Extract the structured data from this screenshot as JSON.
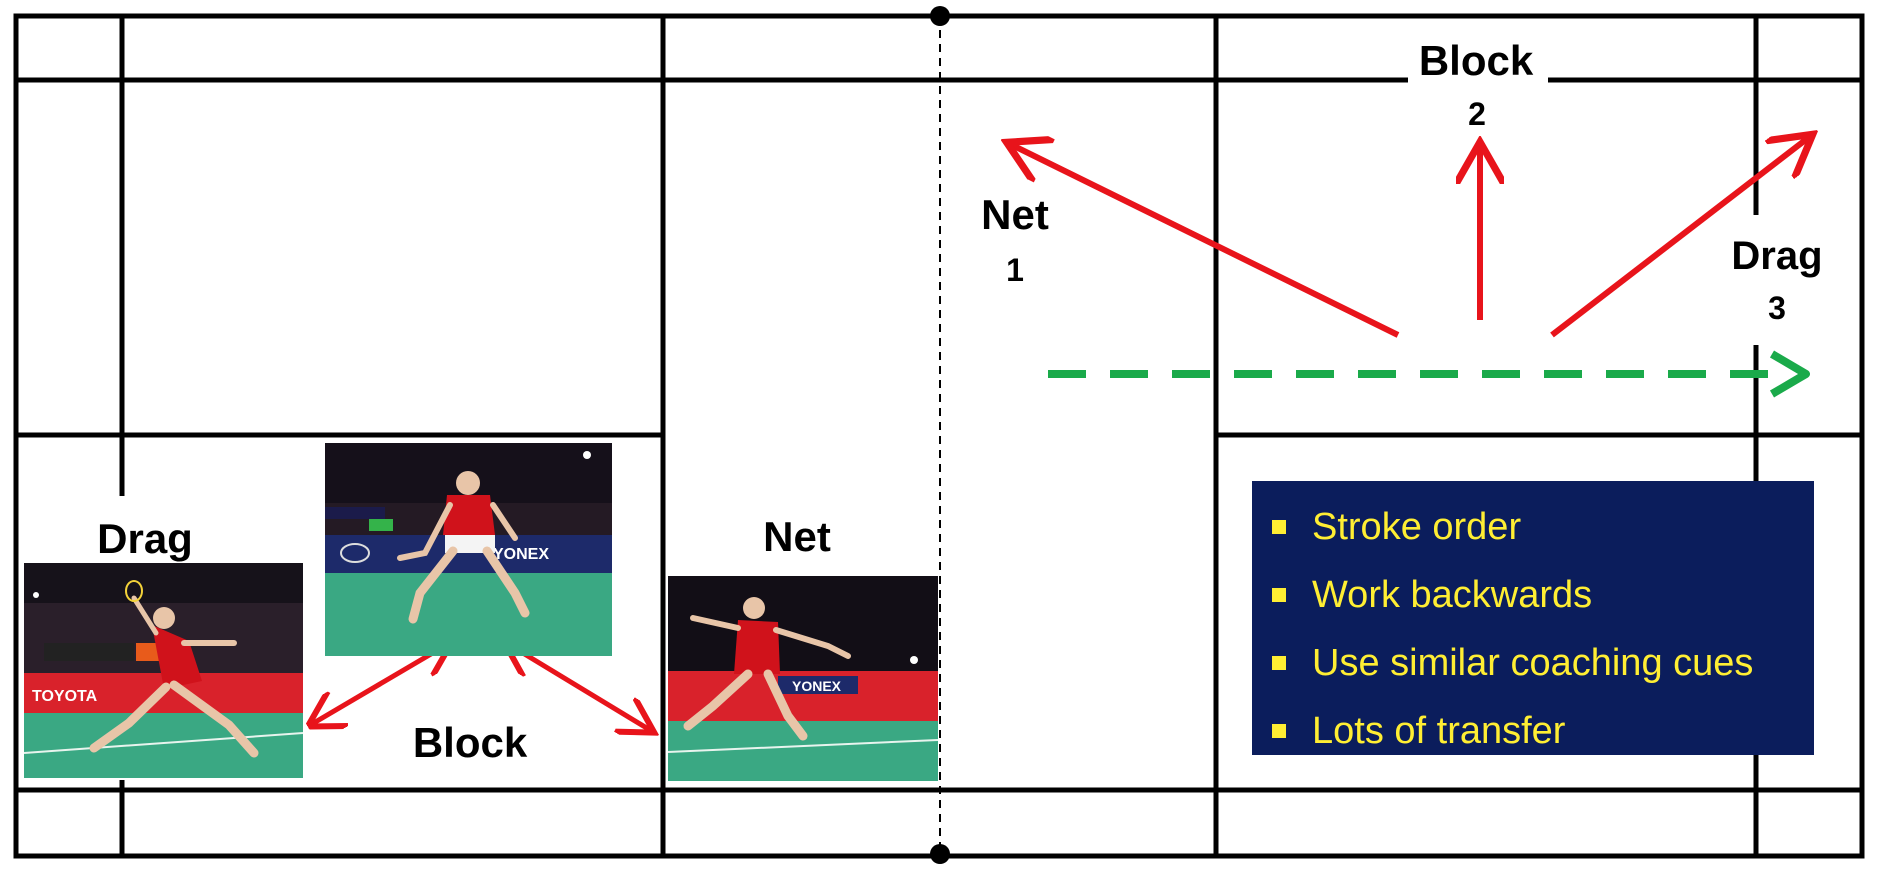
{
  "court_labels": {
    "drag_left": "Drag",
    "block_bottom": "Block",
    "net_center": "Net",
    "net_option": "Net",
    "net_option_num": "1",
    "block_option": "Block",
    "block_option_num": "2",
    "drag_option": "Drag",
    "drag_option_num": "3"
  },
  "key_points": [
    "Stroke order",
    "Work backwards",
    "Use similar coaching cues",
    "Lots of transfer"
  ],
  "photos": {
    "drag_photo": {
      "description": "female player lunging forward",
      "overlay_text": "TOYOTA"
    },
    "block_photo": {
      "description": "male player in ready stance",
      "overlay_text": "YONEX"
    },
    "net_photo": {
      "description": "male player lunging to net",
      "overlay_text": "YONEX"
    }
  },
  "colors": {
    "court_lines": "#000000",
    "arrows": "#e8141b",
    "dashed_arrow": "#1aaa4a",
    "info_bg": "#0b1d5c",
    "info_text": "#ffee33",
    "jersey": "#d0121b",
    "floor": "#3aa883"
  }
}
